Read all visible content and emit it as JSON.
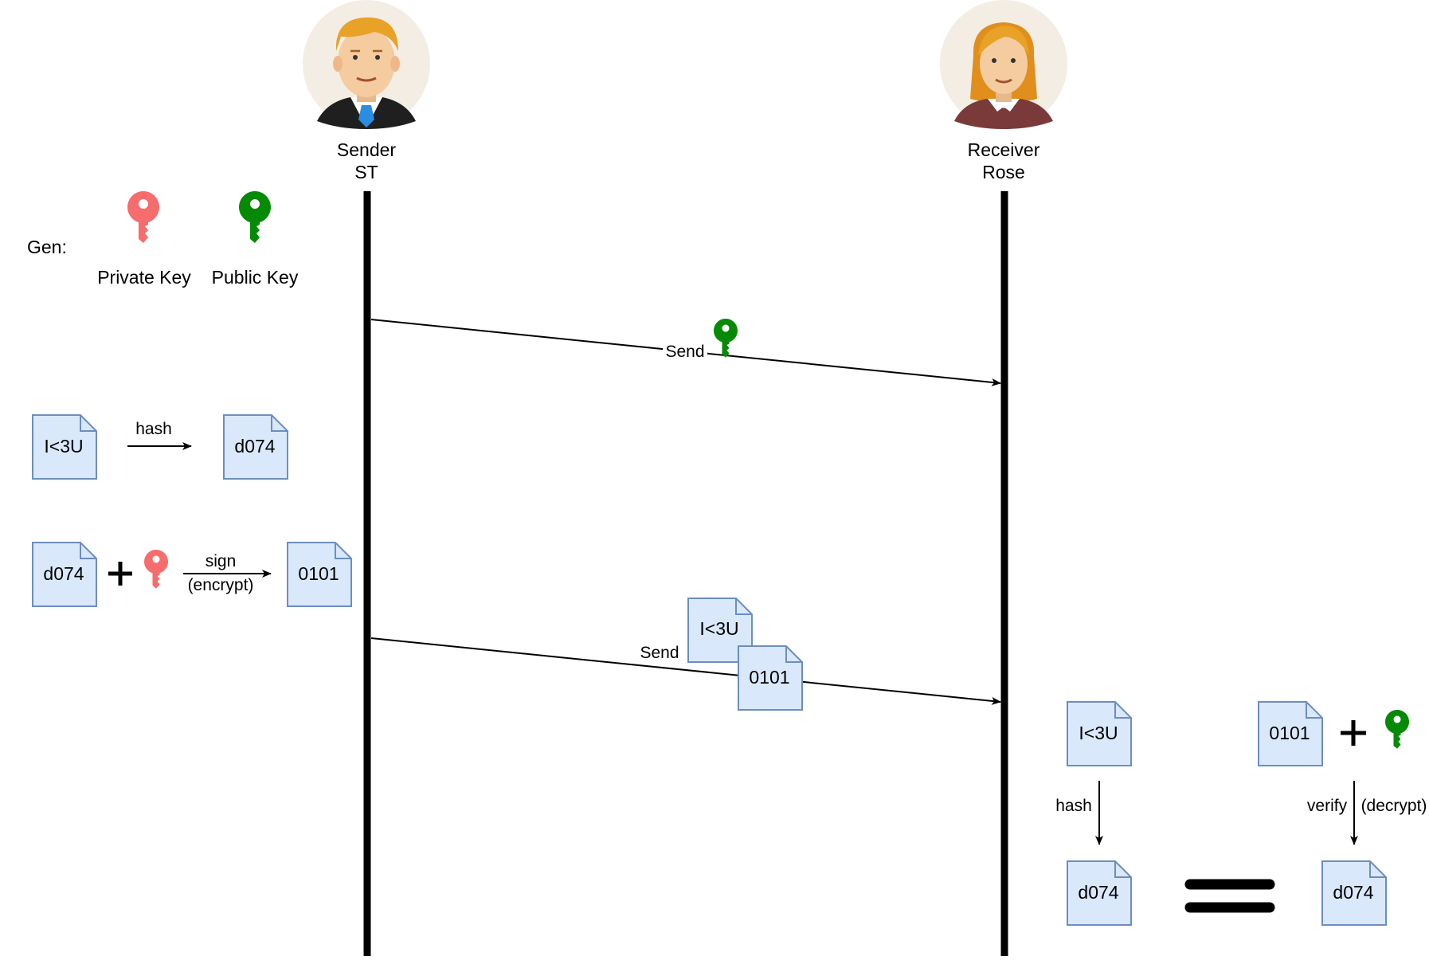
{
  "actors": {
    "sender": {
      "role": "Sender",
      "name": "ST"
    },
    "receiver": {
      "role": "Receiver",
      "name": "Rose"
    }
  },
  "legend": {
    "gen_label": "Gen:",
    "private_key_label": "Private Key",
    "public_key_label": "Public Key"
  },
  "messages": {
    "send_public_key": "Send",
    "send_message": "Send"
  },
  "sender_steps": {
    "hash": {
      "input": "I<3U",
      "arrow_label": "hash",
      "output": "d074"
    },
    "sign": {
      "input": "d074",
      "arrow_label_1": "sign",
      "arrow_label_2": "(encrypt)",
      "output": "0101"
    }
  },
  "payload": {
    "message": "I<3U",
    "signature": "0101"
  },
  "receiver_steps": {
    "hash": {
      "input": "I<3U",
      "arrow_label": "hash",
      "output": "d074"
    },
    "verify": {
      "input": "0101",
      "arrow_label_1": "verify",
      "arrow_label_2": "(decrypt)",
      "output": "d074"
    }
  },
  "colors": {
    "private_key": "#F76C6C",
    "public_key": "#058A05",
    "doc_fill": "#DAE8FC",
    "doc_stroke": "#6C8EBF",
    "line": "#000000"
  }
}
